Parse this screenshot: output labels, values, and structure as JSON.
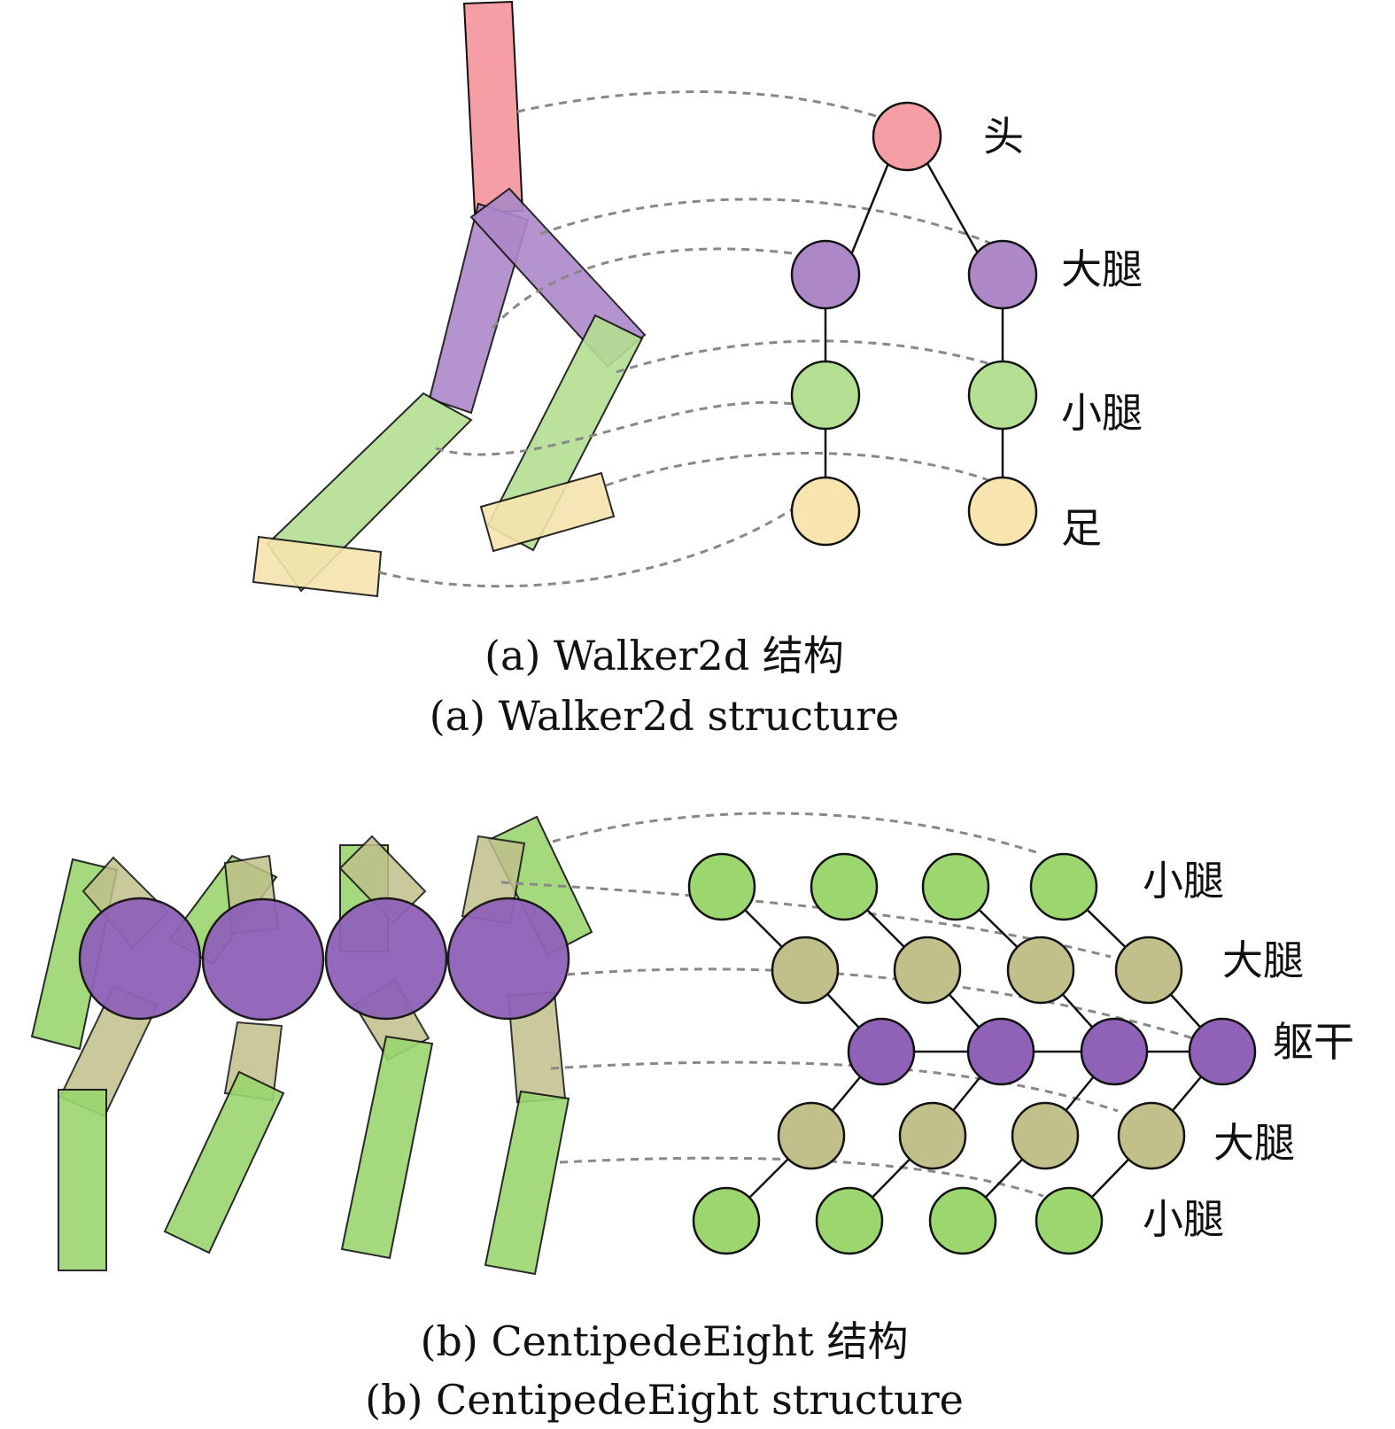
{
  "colors": {
    "head": "#f59ea5",
    "thigh": "#ad88c9",
    "shin": "#b4df92",
    "foot": "#f7e4ae",
    "torso": "#8f62b8",
    "leg_upper": "#c1c08b",
    "leg_lower": "#9bd66f"
  },
  "walker": {
    "labels": {
      "head": "头",
      "thigh": "大腿",
      "shin": "小腿",
      "foot": "足"
    },
    "caption_cn": "(a) Walker2d 结构",
    "caption_en": "(a) Walker2d structure"
  },
  "centipede": {
    "labels": {
      "shin_top": "小腿",
      "thigh_top": "大腿",
      "torso": "躯干",
      "thigh_bottom": "大腿",
      "shin_bottom": "小腿"
    },
    "caption_cn": "(b) CentipedeEight 结构",
    "caption_en": "(b) CentipedeEight structure"
  }
}
